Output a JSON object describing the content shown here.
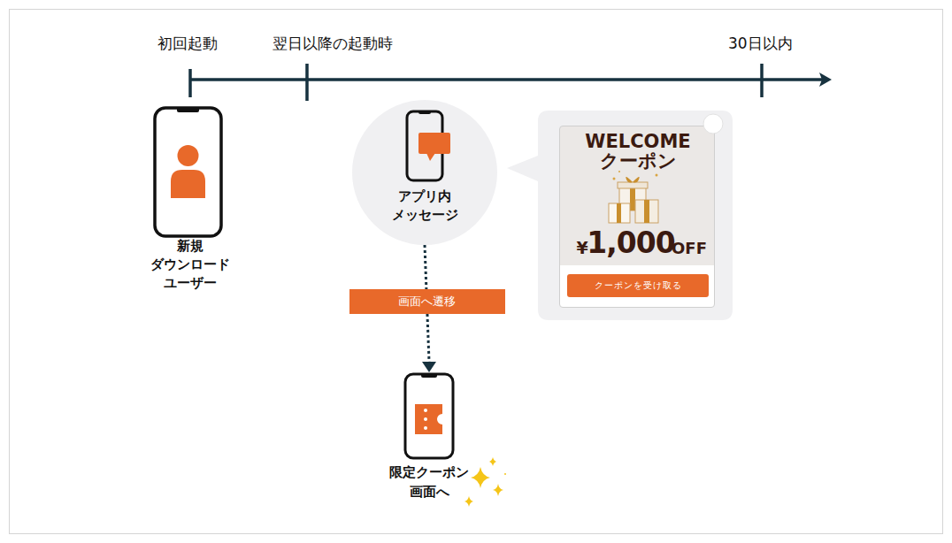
{
  "diagram": {
    "nodes": [
      {
        "text": [
          "新規 ダウンロード ユーザー"
        ]
      },
      {
        "text": [
          "アプリ内 メッセージ"
        ]
      },
      {
        "text": [
          "WELCOME クーポン",
          "¥",
          "1,000",
          "OFF"
        ]
      },
      {
        "text": [
          "クーポンを受け取る"
        ],
        "in": 2
      },
      {
        "text": [
          "限定クーポン 画面へ"
        ]
      }
    ],
    "edges": [
      {
        "from": 1,
        "to": 4,
        "label": "画面へ遷移",
        "arrow": "to"
      }
    ],
    "labels": [
      "初回起動",
      "翌日以降の起動時",
      "30日以内",
      "×"
    ]
  }
}
